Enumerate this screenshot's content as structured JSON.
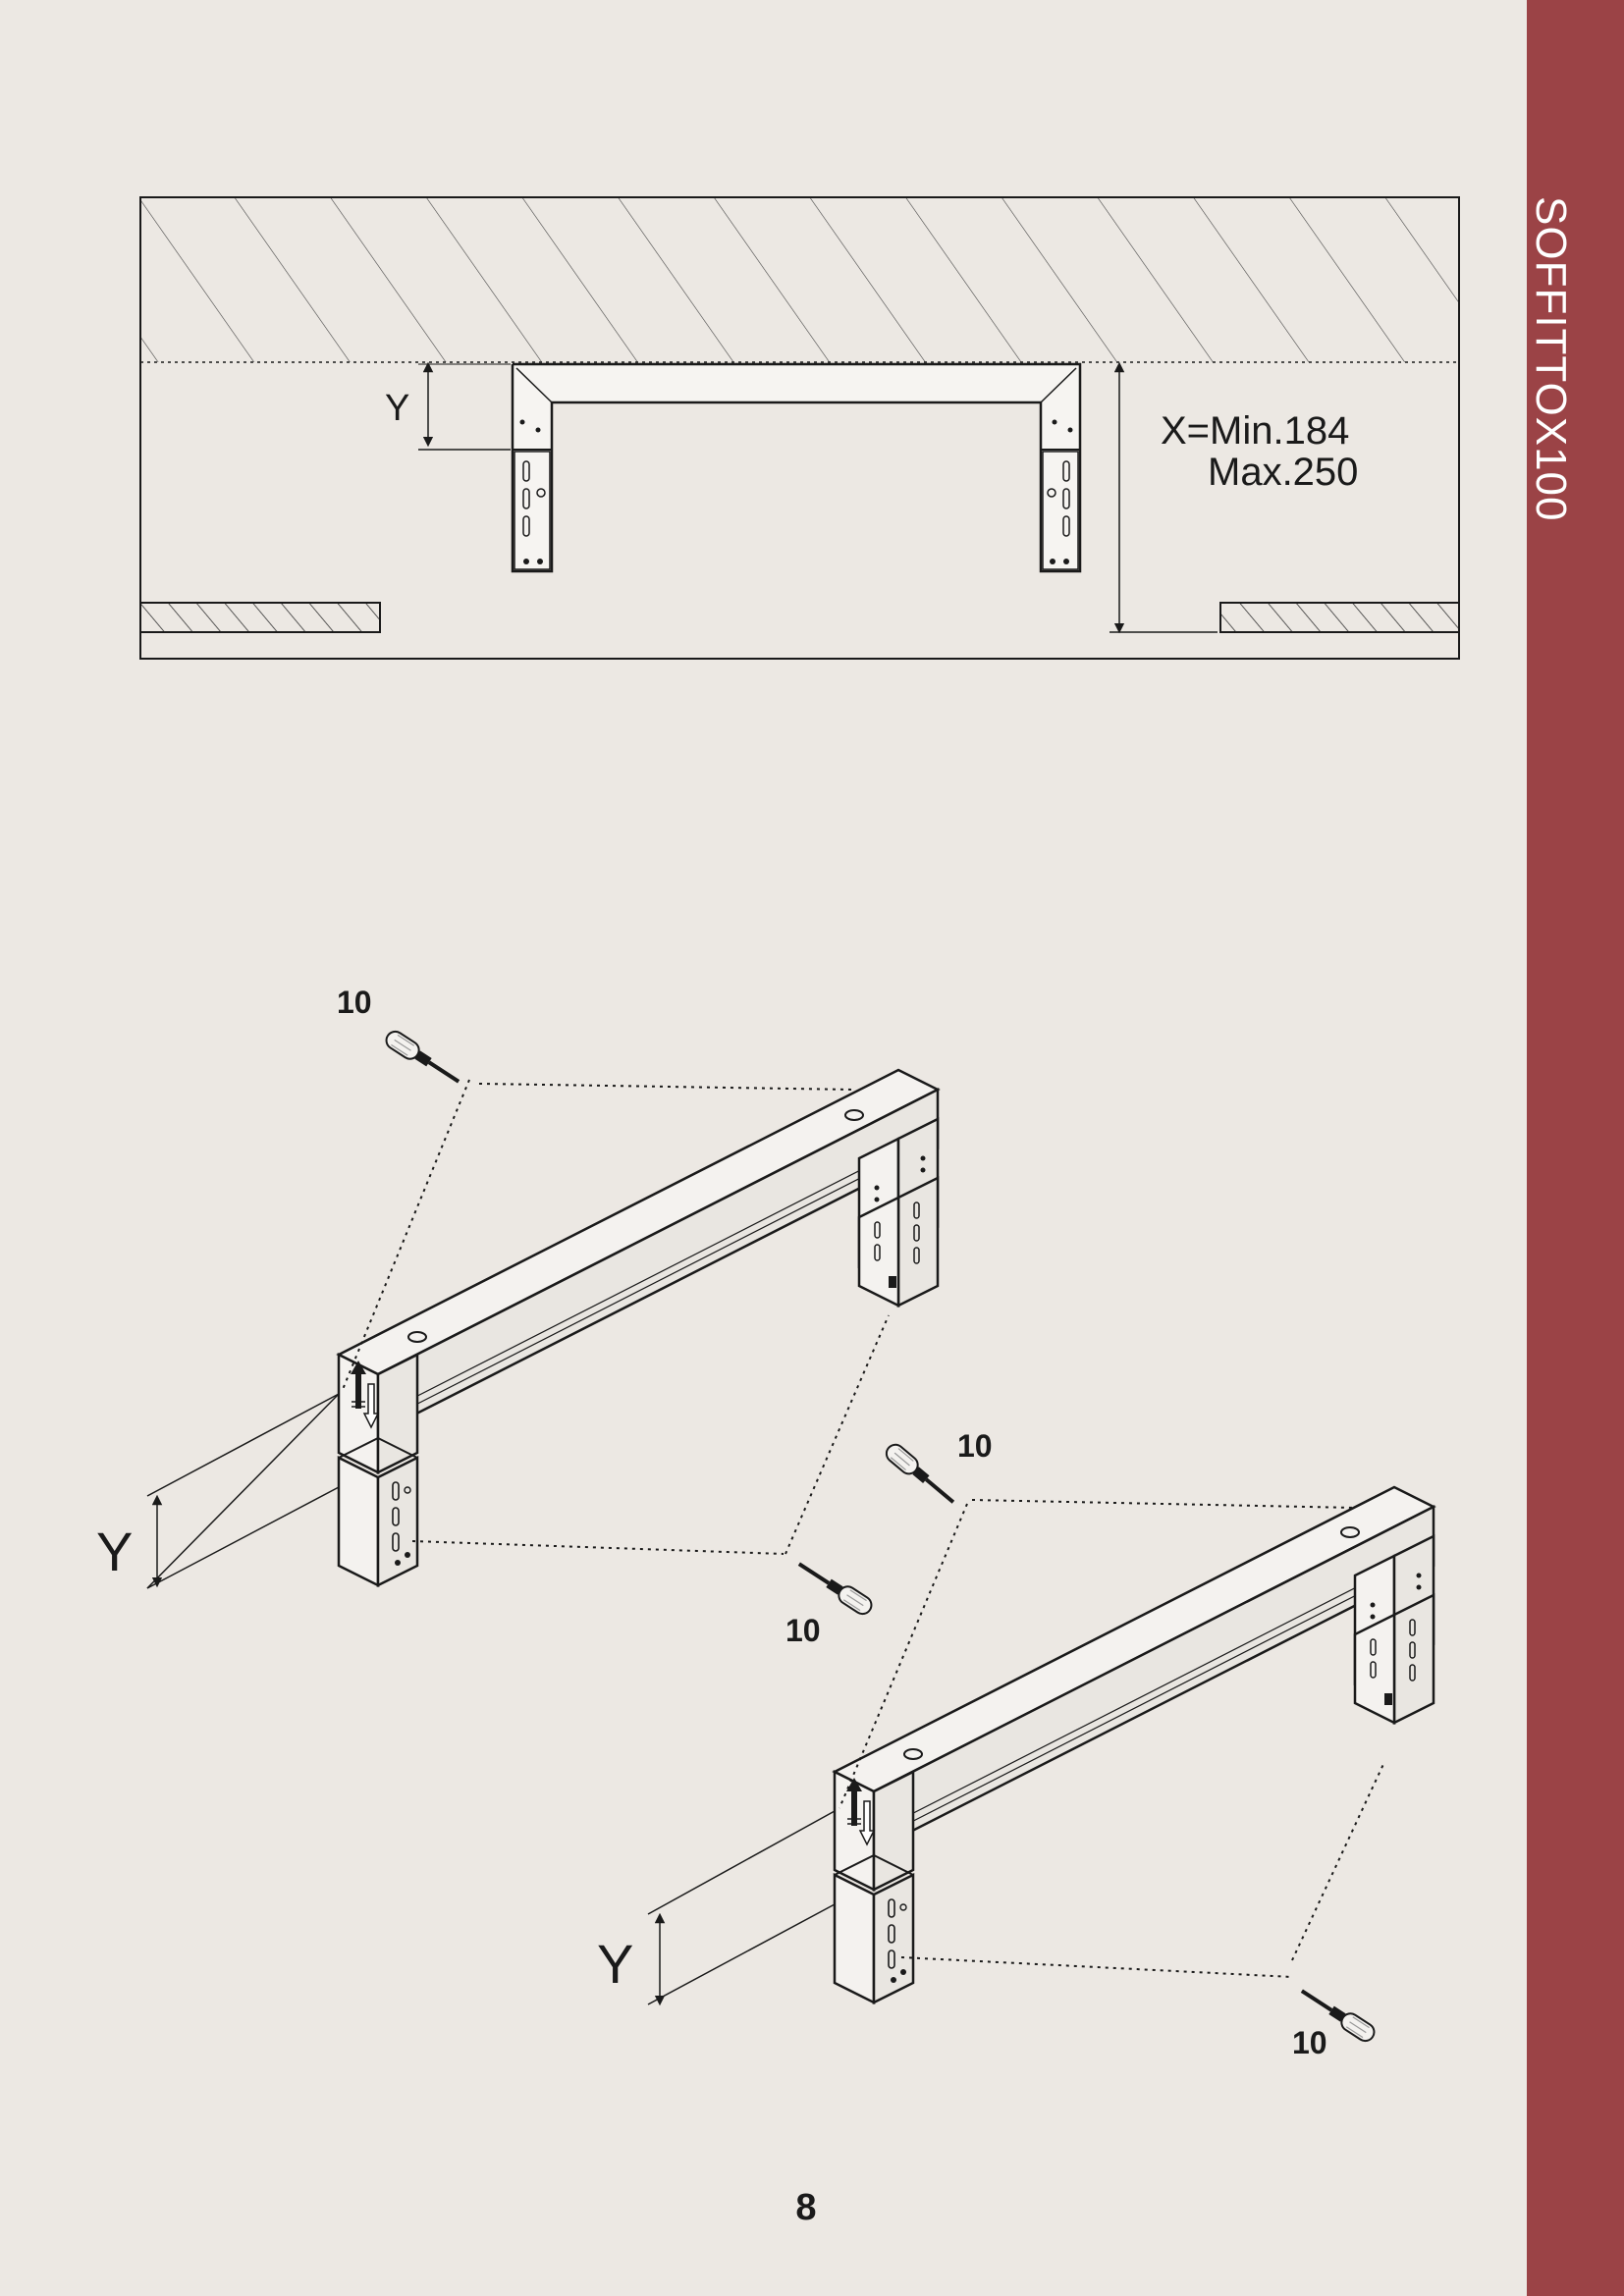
{
  "document": {
    "sidebar_title": "SOFFITTOX100",
    "page_number": "8"
  },
  "section_diagram": {
    "dimension_y": "Y",
    "dimension_x_min": "X=Min.184",
    "dimension_x_max": "Max.250"
  },
  "assembly": {
    "part_callout": "10",
    "dimension_y": "Y"
  },
  "colors": {
    "page_background": "#ece8e3",
    "sidebar": "#9b4346",
    "line": "#1a1a1a"
  }
}
